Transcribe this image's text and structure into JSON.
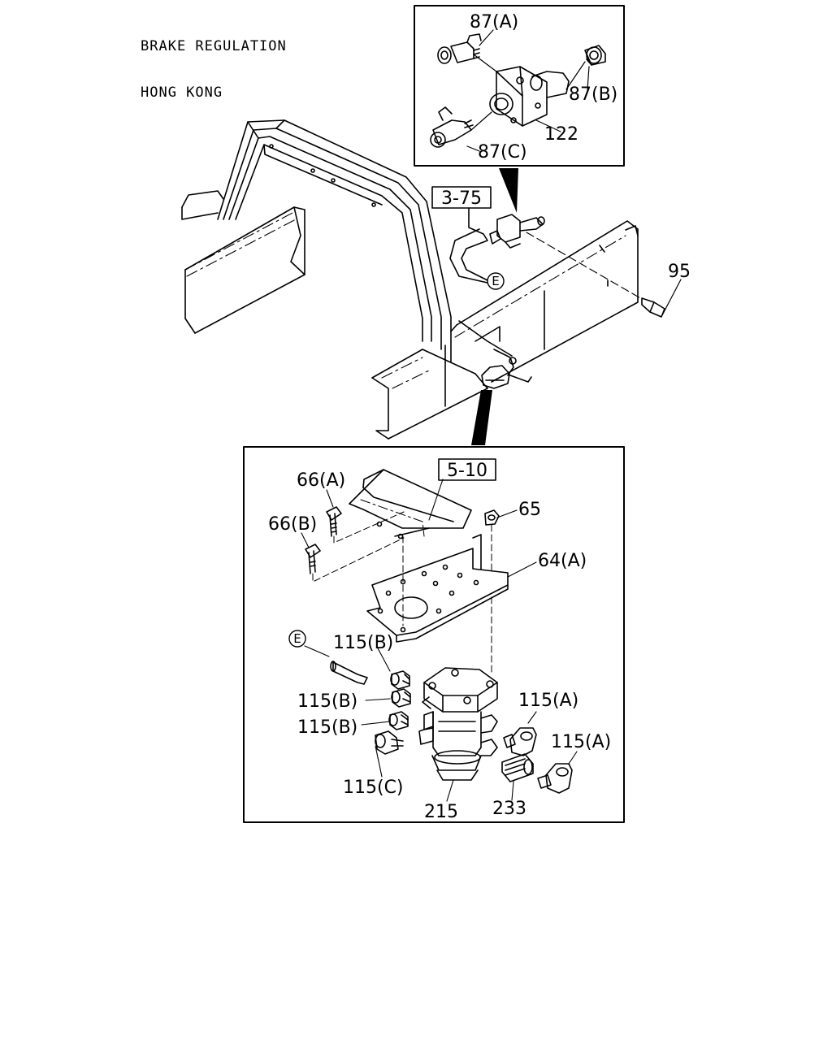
{
  "header": {
    "line1": "BRAKE REGULATION",
    "line2": "HONG KONG"
  },
  "ref_boxes": {
    "top": "3-75",
    "bottom": "5-10"
  },
  "callouts": {
    "p87a": "87(A)",
    "p87b": "87(B)",
    "p87c": "87(C)",
    "p122": "122",
    "p95": "95",
    "p66a": "66(A)",
    "p66b": "66(B)",
    "p65": "65",
    "p64a": "64(A)",
    "p115b_1": "115(B)",
    "p115b_2": "115(B)",
    "p115b_3": "115(B)",
    "p115a_1": "115(A)",
    "p115a_2": "115(A)",
    "p115c": "115(C)",
    "p215": "215",
    "p233": "233"
  },
  "connectors": {
    "e_top": "E",
    "e_bottom": "E"
  }
}
